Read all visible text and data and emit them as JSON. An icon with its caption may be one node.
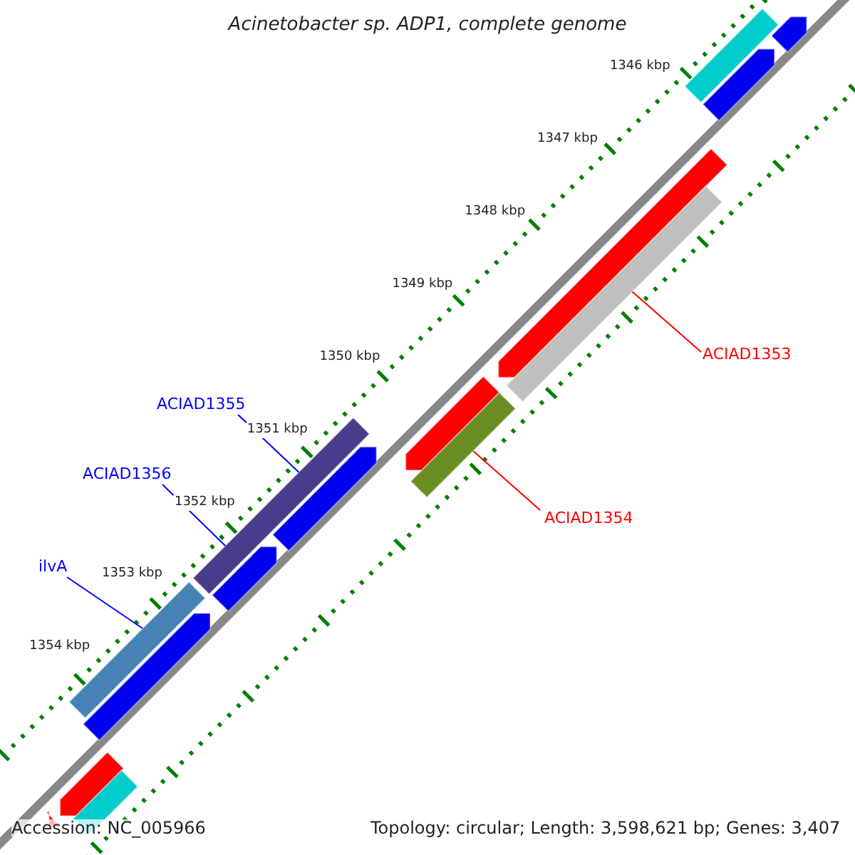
{
  "diagram": {
    "title": "Acinetobacter sp. ADP1, complete genome",
    "nodes": [
      {
        "text": [
          "ACIAD1355"
        ]
      },
      {
        "text": [
          "ACIAD1356"
        ]
      },
      {
        "text": [
          "ilvA"
        ]
      },
      {
        "text": [
          "ACIAD1353"
        ]
      },
      {
        "text": [
          "ACIAD1354"
        ]
      },
      {
        "text": [],
        "shape": "bar"
      },
      {
        "text": [],
        "shape": "bar"
      },
      {
        "text": [],
        "shape": "bar"
      },
      {
        "text": [],
        "shape": "bar"
      }
    ],
    "edges": [
      {
        "from": 0,
        "to": 5,
        "arrow": "none"
      },
      {
        "from": 1,
        "to": 5,
        "arrow": "none"
      },
      {
        "from": 2,
        "to": 6,
        "arrow": "none"
      },
      {
        "from": 3,
        "to": 7,
        "arrow": "none",
        "color": "#ff0000"
      },
      {
        "from": 4,
        "to": 8,
        "arrow": "none",
        "color": "#ff0000"
      }
    ],
    "labels": [
      "1346 kbp",
      "1347 kbp",
      "1348 kbp",
      "1349 kbp",
      "1350 kbp",
      "1351 kbp",
      "1352 kbp",
      "1353 kbp",
      "1354 kbp",
      "Accession: NC_005966",
      "Topology: circular; Length: 3,598,621 bp; Genes: 3,407"
    ]
  }
}
